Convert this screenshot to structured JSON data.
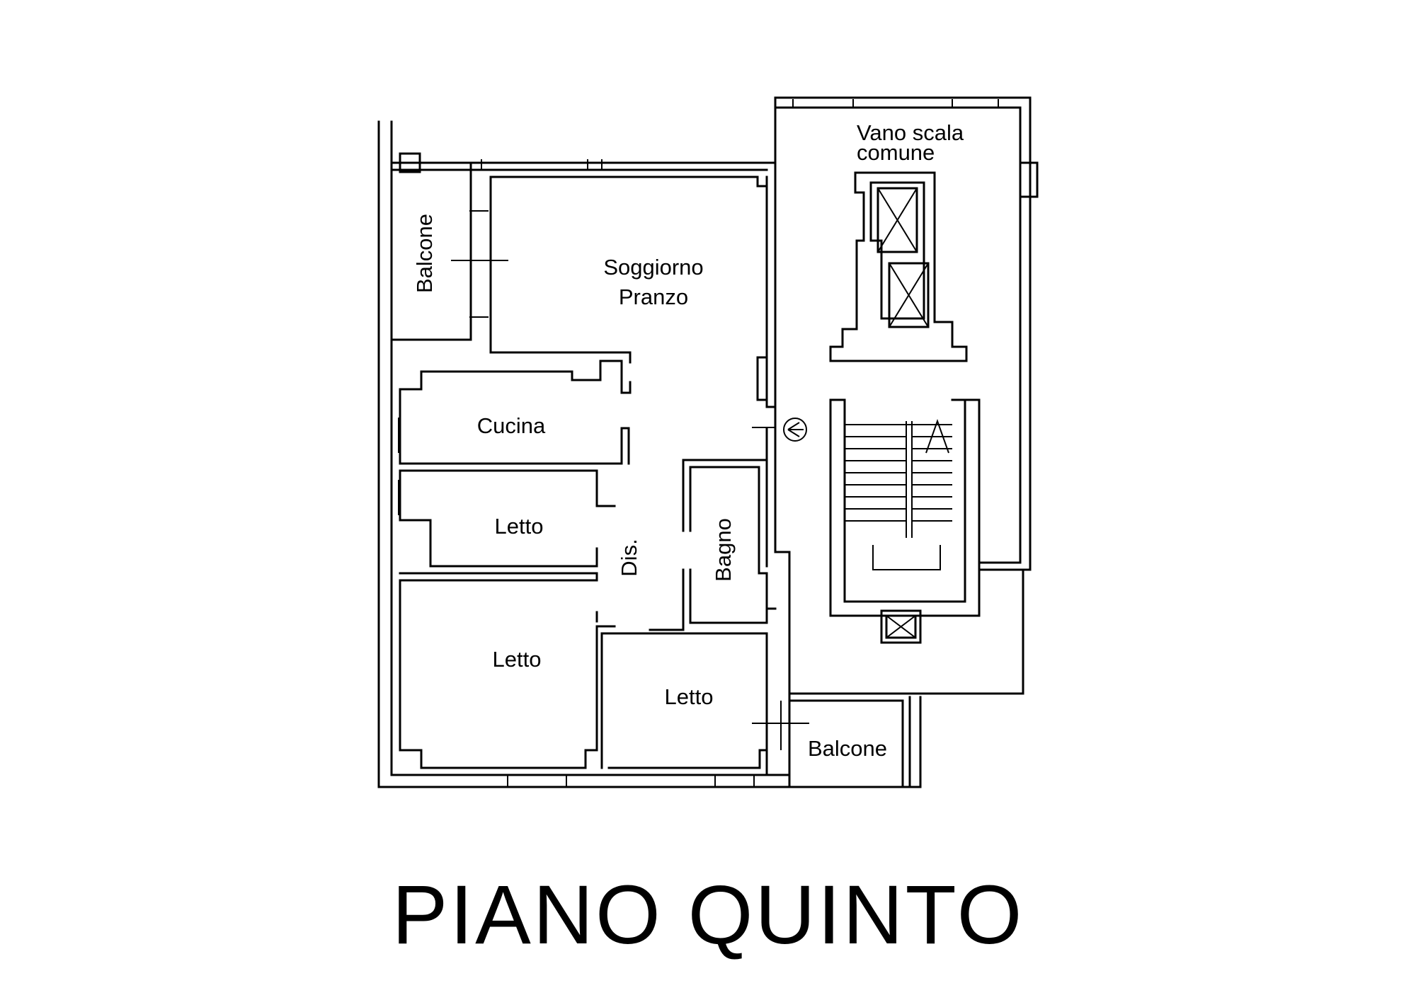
{
  "title": "PIANO QUINTO",
  "rooms": {
    "vano_scala_line1": "Vano scala",
    "vano_scala_line2": "comune",
    "soggiorno_line1": "Soggiorno",
    "soggiorno_line2": "Pranzo",
    "cucina": "Cucina",
    "letto_small": "Letto",
    "letto_big": "Letto",
    "letto_right": "Letto",
    "bagno": "Bagno",
    "disimpegno": "Dis.",
    "balcone_left": "Balcone",
    "balcone_right": "Balcone"
  },
  "colors": {
    "line": "#000000",
    "background": "#ffffff"
  },
  "icons": {
    "entrance": "entrance-arrow-icon"
  }
}
